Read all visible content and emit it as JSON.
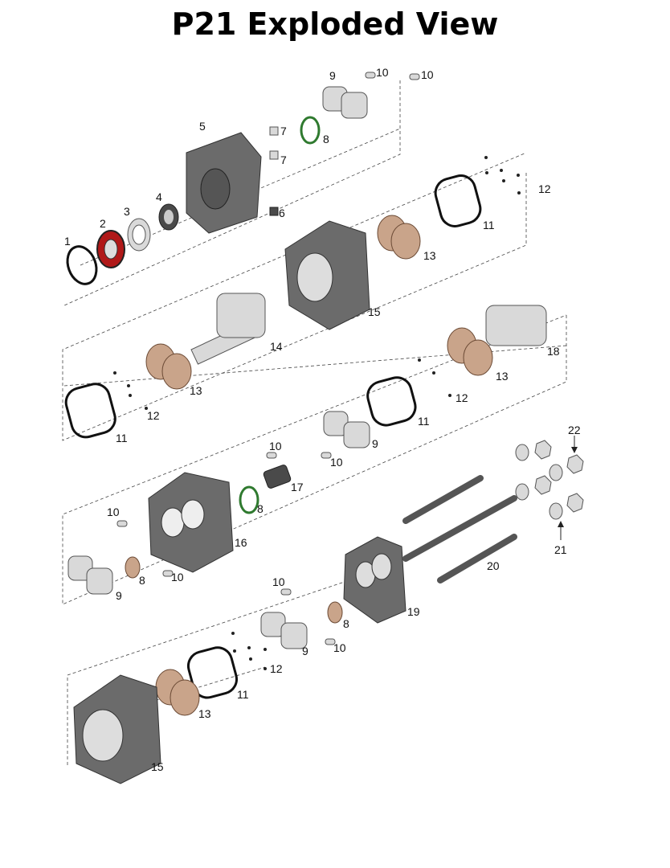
{
  "title": "P21 Exploded View",
  "labels": [
    "1",
    "2",
    "3",
    "4",
    "5",
    "6",
    "7",
    "7",
    "8",
    "9",
    "10",
    "10",
    "11",
    "12",
    "13",
    "15",
    "14",
    "18",
    "13",
    "12",
    "11",
    "13",
    "12",
    "11",
    "9",
    "10",
    "10",
    "17",
    "8",
    "22",
    "21",
    "20",
    "16",
    "10",
    "8",
    "10",
    "9",
    "19",
    "8",
    "10",
    "9",
    "10",
    "12",
    "11",
    "13",
    "15"
  ],
  "colors": {
    "seal_red": "#b01818",
    "oring_green": "#2f7a2f",
    "bronze": "#c9a48a",
    "housing": "#6b6b6b"
  }
}
